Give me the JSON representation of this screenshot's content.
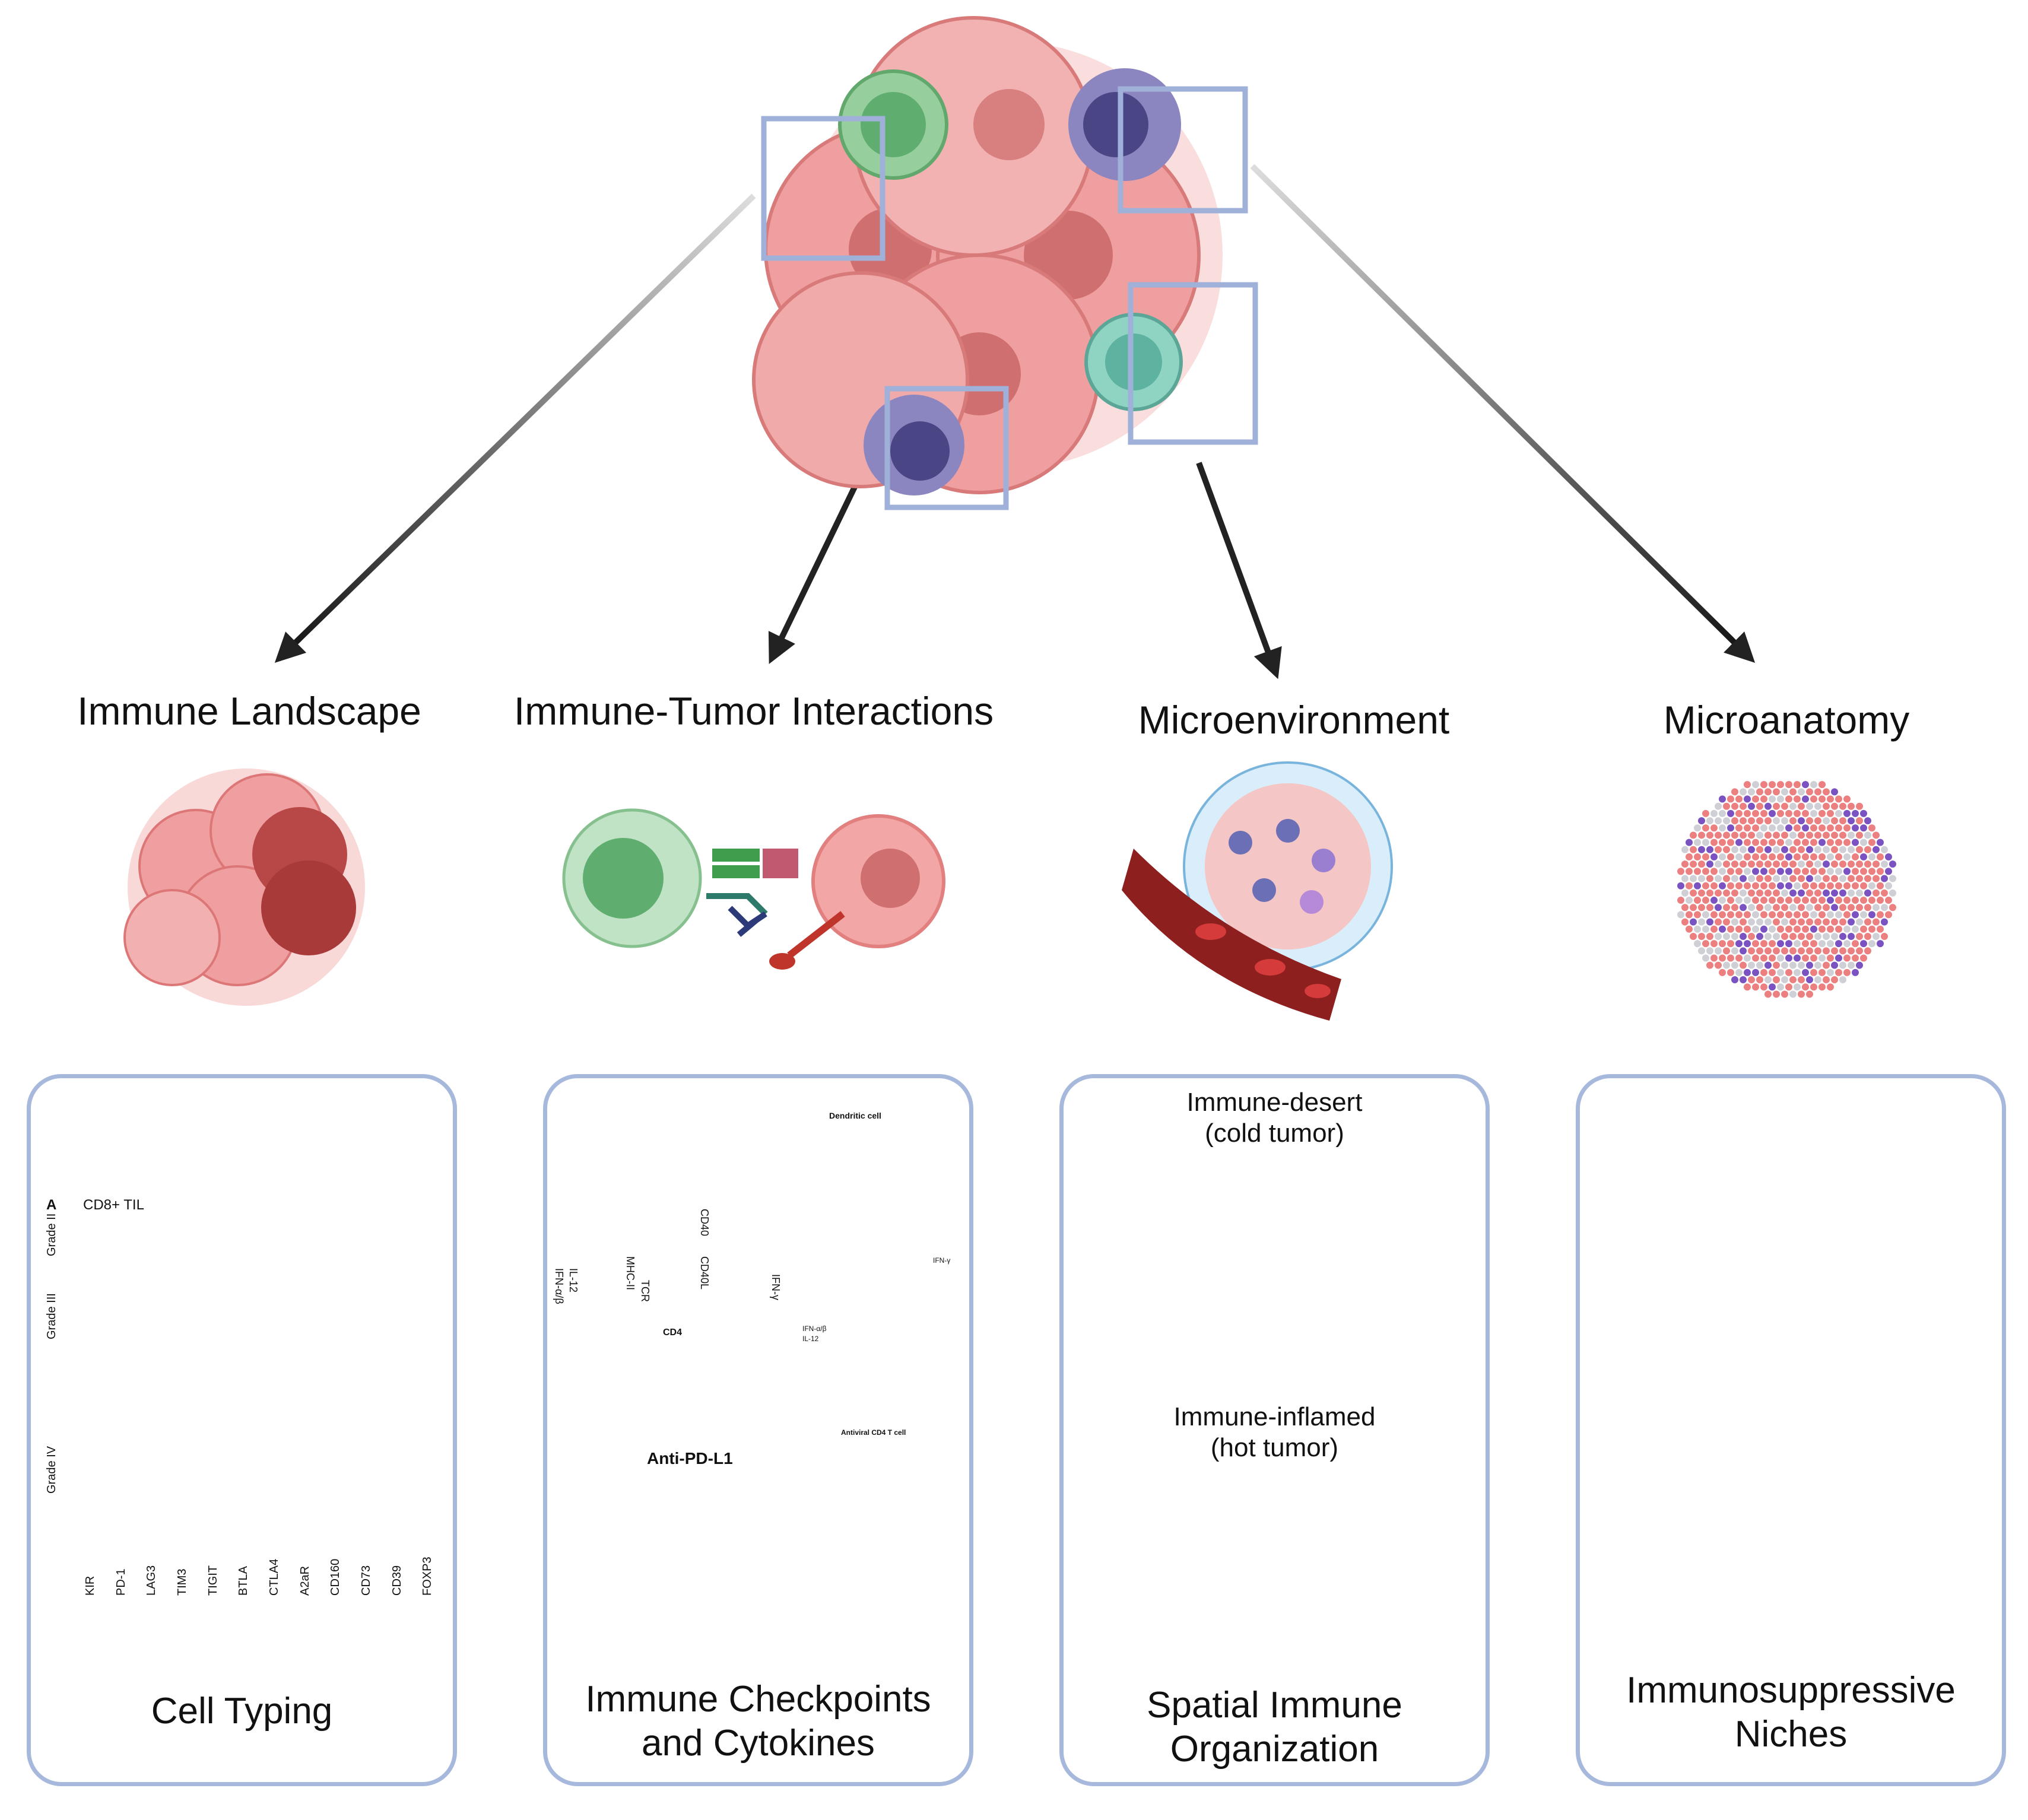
{
  "top_labels": {
    "immune_landscape": "Immune Landscape",
    "immune_tumor_interactions": "Immune-Tumor Interactions",
    "microenvironment": "Microenvironment",
    "microanatomy": "Microanatomy"
  },
  "panels": {
    "cell_typing": {
      "label": "Cell Typing",
      "heatmap": {
        "panel_letter": "A",
        "title": "CD8+ TIL",
        "columns": [
          "KIR",
          "PD-1",
          "LAG3",
          "TIM3",
          "TIGIT",
          "BTLA",
          "CTLA4",
          "A2aR",
          "CD160",
          "CD73",
          "CD39",
          "FOXP3"
        ],
        "row_groups": [
          "Grade II",
          "Grade III",
          "Grade IV"
        ]
      }
    },
    "checkpoints": {
      "label_line1": "Immune Checkpoints",
      "label_line2": "and Cytokines",
      "dendritic_cell": "Dendritic cell",
      "antiviral": "Antiviral CD4 T cell",
      "anti_pdl1": "Anti-PD-L1",
      "cytokine_left_1": "IFN-α/β",
      "cytokine_left_2": "IL-12",
      "cytokine_mid": "IFN-γ",
      "cytokine_right": "IFN-γ",
      "cytokine_right_small_1": "IFN-α/β",
      "cytokine_right_small_2": "IL-12",
      "mhc2": "MHC-II",
      "tcr": "TCR",
      "cd40": "CD40",
      "cd40l": "CD40L",
      "cd4": "CD4"
    },
    "spatial": {
      "label_line1": "Spatial Immune",
      "label_line2": "Organization",
      "cold_line1": "Immune-desert",
      "cold_line2": "(cold tumor)",
      "hot_line1": "Immune-inflamed",
      "hot_line2": "(hot tumor)"
    },
    "niches": {
      "label_line1": "Immunosuppressive",
      "label_line2": "Niches"
    }
  },
  "colors": {
    "box_border": "#a7b8dd",
    "tumor": "#ec8c8c",
    "tcell": "#96cf9d",
    "dendritic": "#8c86c0",
    "heat_hi": "#b2182b",
    "heat_lo": "#2166ac"
  }
}
